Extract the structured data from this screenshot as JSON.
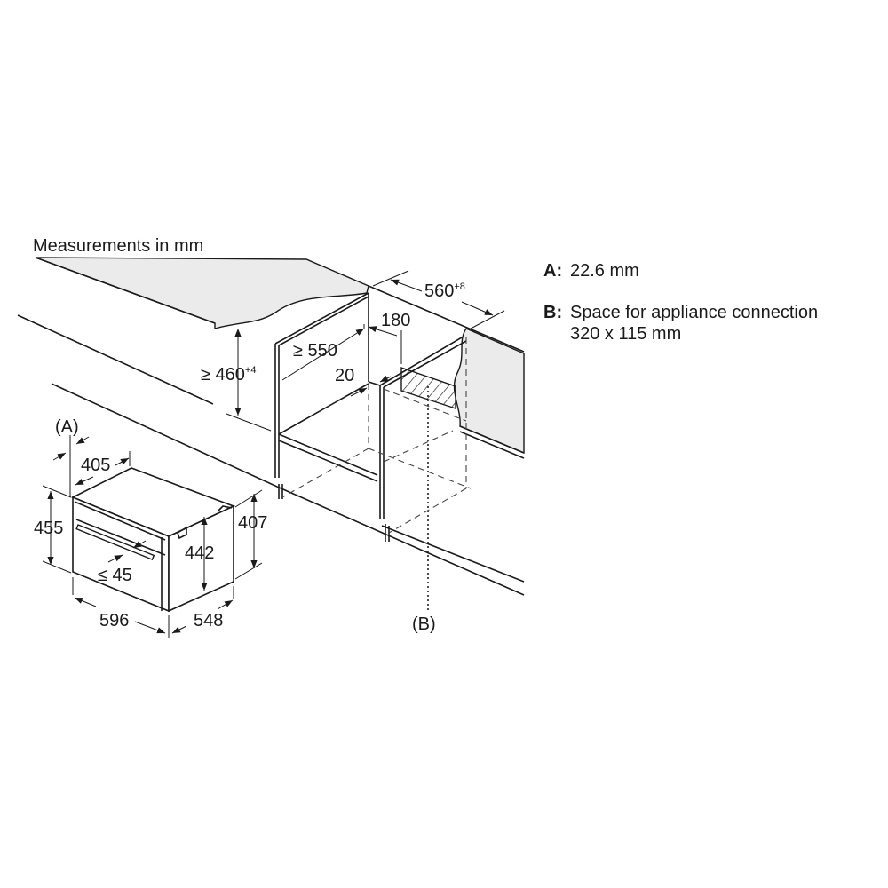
{
  "title": "Measurements in mm",
  "legend": {
    "a_key": "A:",
    "a_text": "22.6 mm",
    "b_key": "B:",
    "b_text_line1": "Space for appliance connection",
    "b_text_line2": "320 x 115 mm"
  },
  "dimensions": {
    "niche_width": "560",
    "niche_width_tol": "+8",
    "vent_180": "180",
    "depth_min": "≥ 550",
    "gap_20": "20",
    "height_min": "≥ 460",
    "height_tol": "+4",
    "label_a": "(A)",
    "d405": "405",
    "d455": "455",
    "d407": "407",
    "d442": "442",
    "handle": "≤ 45",
    "d596": "596",
    "d548": "548",
    "label_b": "(B)"
  }
}
